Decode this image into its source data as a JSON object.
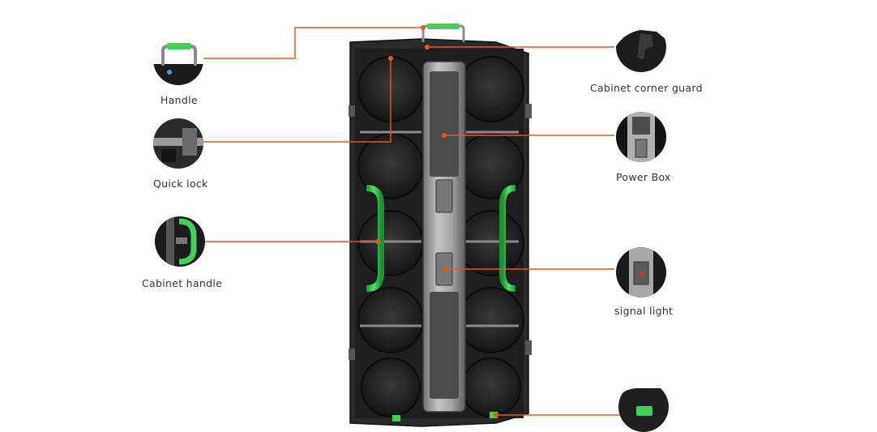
{
  "colors": {
    "leader_line": "#e05a1e",
    "handle_green": "#3fd15a",
    "cabinet_dark": "#1c1c1c",
    "power_box_silver": "#9a9a9a"
  },
  "callouts": {
    "handle": {
      "label": "Handle",
      "icon": "handle-icon"
    },
    "quick_lock": {
      "label": "Quick lock",
      "icon": "quick-lock-icon"
    },
    "cabinet_handle": {
      "label": "Cabinet handle",
      "icon": "cabinet-handle-icon"
    },
    "corner_guard": {
      "label": "Cabinet corner guard",
      "icon": "corner-guard-icon"
    },
    "power_box": {
      "label": "Power Box",
      "icon": "power-box-icon"
    },
    "signal_light": {
      "label": "signal light",
      "icon": "signal-light-icon"
    },
    "bottom_guard": {
      "label": "",
      "icon": "bottom-corner-guard-icon"
    }
  }
}
